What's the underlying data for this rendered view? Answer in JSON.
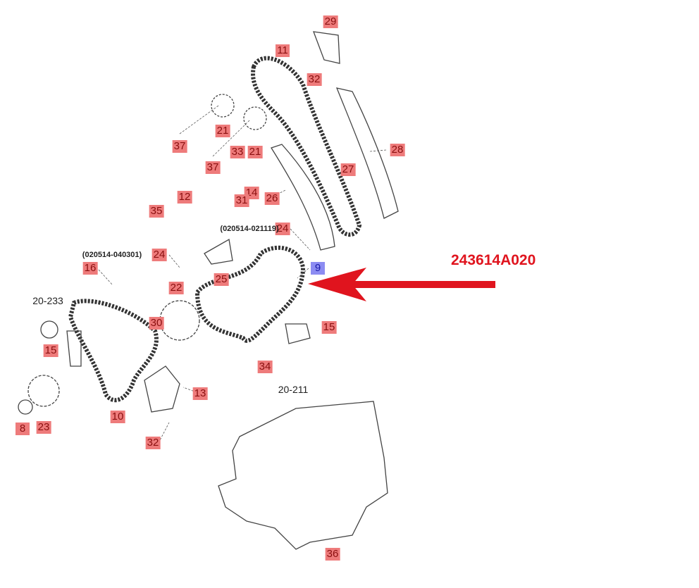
{
  "part_number": "243614A020",
  "callouts": [
    "29",
    "11",
    "32",
    "21",
    "21",
    "37",
    "37",
    "33",
    "28",
    "27",
    "14",
    "31",
    "26",
    "12",
    "35",
    "24",
    "24",
    "16",
    "25",
    "9",
    "22",
    "30",
    "15",
    "15",
    "34",
    "13",
    "10",
    "8",
    "23",
    "32",
    "36"
  ],
  "notes": [
    "(020514-021119)",
    "(020514-040301)"
  ],
  "references": [
    "20-233",
    "20-211"
  ],
  "colors": {
    "callout_bg": "#ee7b7b",
    "highlight_bg": "#8c8cf2",
    "arrow": "#e0141e"
  }
}
